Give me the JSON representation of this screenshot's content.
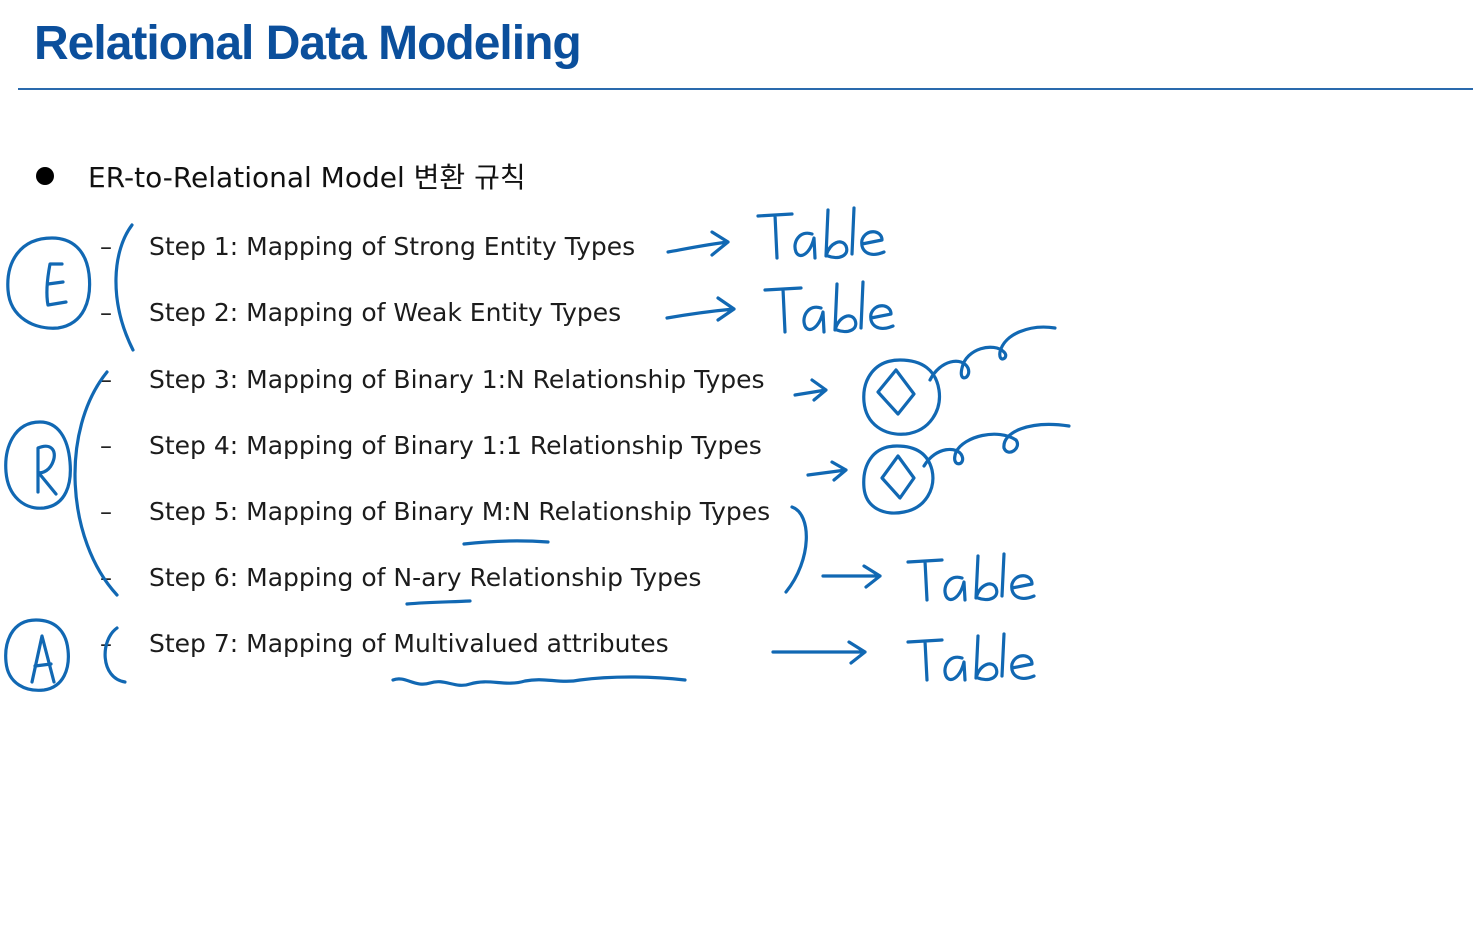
{
  "slide": {
    "title": "Relational Data Modeling",
    "bullet": "ER-to-Relational Model 변환 규칙",
    "steps": [
      {
        "dash": "–",
        "text": "Step 1: Mapping of Strong Entity Types"
      },
      {
        "dash": "–",
        "text": "Step 2: Mapping of Weak Entity Types"
      },
      {
        "dash": "–",
        "text": "Step 3: Mapping of Binary 1:N Relationship Types"
      },
      {
        "dash": "–",
        "text": "Step 4: Mapping of Binary 1:1 Relationship Types"
      },
      {
        "dash": "–",
        "text": "Step 5: Mapping of Binary M:N Relationship Types"
      },
      {
        "dash": "–",
        "text": "Step 6: Mapping of N-ary Relationship Types"
      },
      {
        "dash": "–",
        "text": "Step 7: Mapping of Multivalued attributes"
      }
    ]
  },
  "annotations": {
    "ink_color": "#1168b3",
    "group_letters": [
      "E",
      "R",
      "A"
    ],
    "table_word": "Table"
  }
}
